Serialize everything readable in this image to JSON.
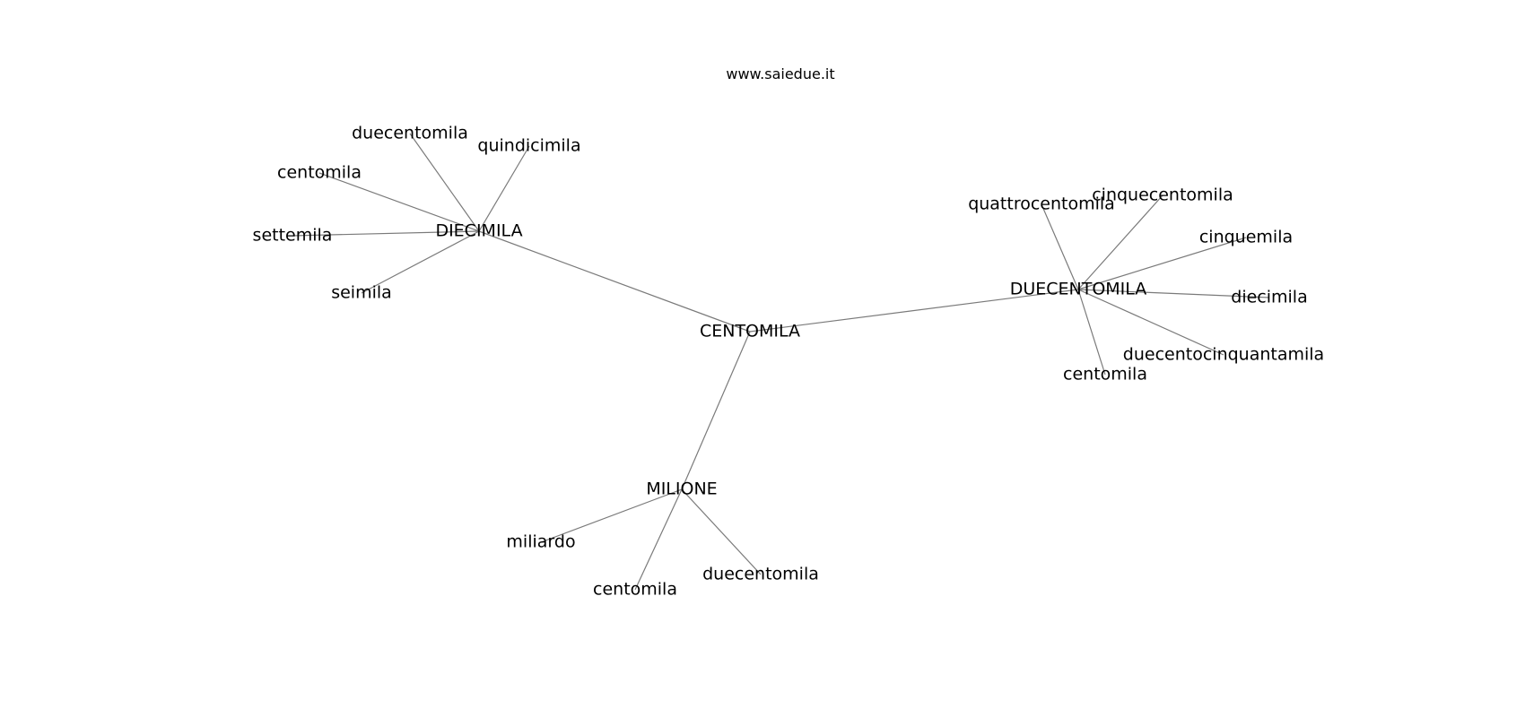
{
  "watermark": "www.saiedue.it",
  "colors": {
    "edge": "#7a7a7a",
    "label": "#000000",
    "background": "#ffffff"
  },
  "graph": {
    "nodes": [
      {
        "id": "centomila_hub",
        "label": "CENTOMILA"
      },
      {
        "id": "diecimila_hub",
        "label": "DIECIMILA"
      },
      {
        "id": "duecentomila_hub",
        "label": "DUECENTOMILA"
      },
      {
        "id": "milione_hub",
        "label": "MILIONE"
      },
      {
        "id": "d_duecentomila",
        "label": "duecentomila"
      },
      {
        "id": "d_quindicimila",
        "label": "quindicimila"
      },
      {
        "id": "d_centomila",
        "label": "centomila"
      },
      {
        "id": "d_settemila",
        "label": "settemila"
      },
      {
        "id": "d_seimila",
        "label": "seimila"
      },
      {
        "id": "u_quattrocentomila",
        "label": "quattrocentomila"
      },
      {
        "id": "u_cinquecentomila",
        "label": "cinquecentomila"
      },
      {
        "id": "u_cinquemila",
        "label": "cinquemila"
      },
      {
        "id": "u_diecimila",
        "label": "diecimila"
      },
      {
        "id": "u_duecentocinquantamila",
        "label": "duecentocinquantamila"
      },
      {
        "id": "u_centomila",
        "label": "centomila"
      },
      {
        "id": "m_miliardo",
        "label": "miliardo"
      },
      {
        "id": "m_centomila",
        "label": "centomila"
      },
      {
        "id": "m_duecentomila",
        "label": "duecentomila"
      }
    ],
    "edges": [
      [
        "centomila_hub",
        "diecimila_hub"
      ],
      [
        "centomila_hub",
        "duecentomila_hub"
      ],
      [
        "centomila_hub",
        "milione_hub"
      ],
      [
        "diecimila_hub",
        "d_duecentomila"
      ],
      [
        "diecimila_hub",
        "d_quindicimila"
      ],
      [
        "diecimila_hub",
        "d_centomila"
      ],
      [
        "diecimila_hub",
        "d_settemila"
      ],
      [
        "diecimila_hub",
        "d_seimila"
      ],
      [
        "duecentomila_hub",
        "u_quattrocentomila"
      ],
      [
        "duecentomila_hub",
        "u_cinquecentomila"
      ],
      [
        "duecentomila_hub",
        "u_cinquemila"
      ],
      [
        "duecentomila_hub",
        "u_diecimila"
      ],
      [
        "duecentomila_hub",
        "u_duecentocinquantamila"
      ],
      [
        "duecentomila_hub",
        "u_centomila"
      ],
      [
        "milione_hub",
        "m_miliardo"
      ],
      [
        "milione_hub",
        "m_centomila"
      ],
      [
        "milione_hub",
        "m_duecentomila"
      ]
    ]
  }
}
